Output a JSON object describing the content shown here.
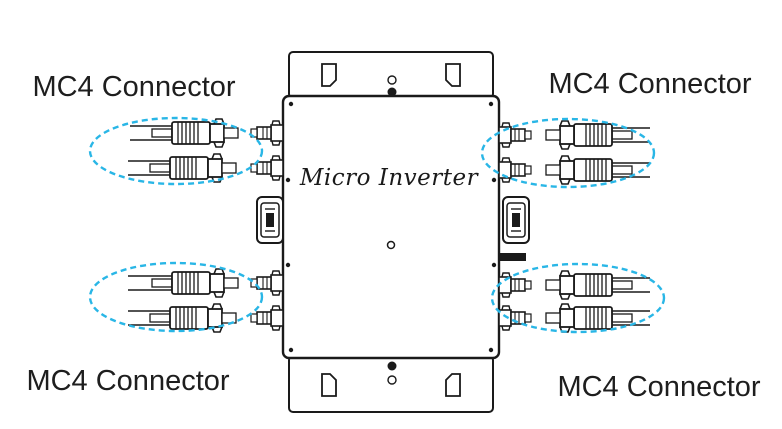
{
  "device": {
    "title": "Micro Inverter"
  },
  "labels": {
    "top_left": "MC4 Connector",
    "top_right": "MC4 Connector",
    "bottom_left": "MC4 Connector",
    "bottom_right": "MC4 Connector"
  },
  "colors": {
    "outline": "#1a1a1a",
    "highlight": "#29b6e6",
    "background": "#ffffff"
  }
}
